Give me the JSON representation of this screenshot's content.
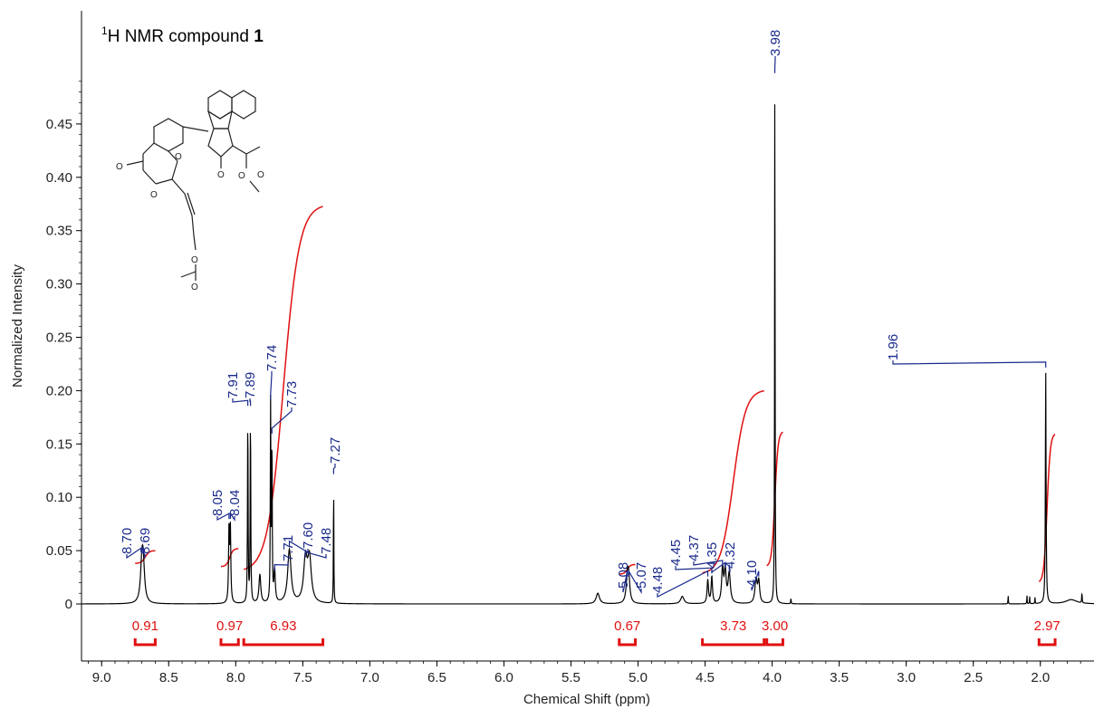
{
  "chart_data": {
    "type": "line",
    "title_prefix": "1",
    "title_main": "H NMR compound ",
    "title_bold": "1",
    "xlabel": "Chemical Shift (ppm)",
    "ylabel": "Normalized Intensity",
    "xlim": [
      9.15,
      1.6
    ],
    "ylim": [
      -0.015,
      0.515
    ],
    "x_reversed": true,
    "x_ticks": [
      {
        "v": 9.0,
        "label": "9.0"
      },
      {
        "v": 8.5,
        "label": "8.5"
      },
      {
        "v": 8.0,
        "label": "8.0"
      },
      {
        "v": 7.5,
        "label": "7.5"
      },
      {
        "v": 7.0,
        "label": "7.0"
      },
      {
        "v": 6.5,
        "label": "6.5"
      },
      {
        "v": 6.0,
        "label": "6.0"
      },
      {
        "v": 5.5,
        "label": "5.5"
      },
      {
        "v": 5.0,
        "label": "5.0"
      },
      {
        "v": 4.5,
        "label": "4.5"
      },
      {
        "v": 4.0,
        "label": "4.0"
      },
      {
        "v": 3.5,
        "label": "3.5"
      },
      {
        "v": 3.0,
        "label": "3.0"
      },
      {
        "v": 2.5,
        "label": "2.5"
      },
      {
        "v": 2.0,
        "label": "2.0"
      }
    ],
    "y_ticks": [
      {
        "v": 0,
        "label": "0"
      },
      {
        "v": 0.05,
        "label": "0.05"
      },
      {
        "v": 0.1,
        "label": "0.10"
      },
      {
        "v": 0.15,
        "label": "0.15"
      },
      {
        "v": 0.2,
        "label": "0.20"
      },
      {
        "v": 0.25,
        "label": "0.25"
      },
      {
        "v": 0.3,
        "label": "0.30"
      },
      {
        "v": 0.35,
        "label": "0.35"
      },
      {
        "v": 0.4,
        "label": "0.40"
      },
      {
        "v": 0.45,
        "label": "0.45"
      }
    ],
    "peaks": [
      {
        "x": 8.7,
        "h": 0.032,
        "w": 0.012
      },
      {
        "x": 8.69,
        "h": 0.033,
        "w": 0.012
      },
      {
        "x": 8.05,
        "h": 0.07,
        "w": 0.004
      },
      {
        "x": 8.04,
        "h": 0.068,
        "w": 0.004
      },
      {
        "x": 7.91,
        "h": 0.178,
        "w": 0.0025
      },
      {
        "x": 7.89,
        "h": 0.178,
        "w": 0.0025
      },
      {
        "x": 7.82,
        "h": 0.027,
        "w": 0.008
      },
      {
        "x": 7.74,
        "h": 0.185,
        "w": 0.0025
      },
      {
        "x": 7.73,
        "h": 0.15,
        "w": 0.0025
      },
      {
        "x": 7.71,
        "h": 0.03,
        "w": 0.006
      },
      {
        "x": 7.6,
        "h": 0.05,
        "w": 0.015
      },
      {
        "x": 7.48,
        "h": 0.04,
        "w": 0.016
      },
      {
        "x": 7.45,
        "h": 0.04,
        "w": 0.016
      },
      {
        "x": 7.27,
        "h": 0.118,
        "w": 0.0018
      },
      {
        "x": 5.3,
        "h": 0.01,
        "w": 0.015
      },
      {
        "x": 5.08,
        "h": 0.022,
        "w": 0.01
      },
      {
        "x": 5.07,
        "h": 0.022,
        "w": 0.01
      },
      {
        "x": 4.67,
        "h": 0.007,
        "w": 0.015
      },
      {
        "x": 4.48,
        "h": 0.022,
        "w": 0.006
      },
      {
        "x": 4.45,
        "h": 0.025,
        "w": 0.006
      },
      {
        "x": 4.37,
        "h": 0.032,
        "w": 0.008
      },
      {
        "x": 4.35,
        "h": 0.03,
        "w": 0.008
      },
      {
        "x": 4.32,
        "h": 0.028,
        "w": 0.01
      },
      {
        "x": 4.12,
        "h": 0.022,
        "w": 0.01
      },
      {
        "x": 4.1,
        "h": 0.02,
        "w": 0.008
      },
      {
        "x": 3.98,
        "h": 0.494,
        "w": 0.002
      },
      {
        "x": 3.86,
        "h": 0.005,
        "w": 0.002
      },
      {
        "x": 2.24,
        "h": 0.008,
        "w": 0.0015
      },
      {
        "x": 2.1,
        "h": 0.008,
        "w": 0.0015
      },
      {
        "x": 2.08,
        "h": 0.007,
        "w": 0.0015
      },
      {
        "x": 2.04,
        "h": 0.006,
        "w": 0.0015
      },
      {
        "x": 1.96,
        "h": 0.218,
        "w": 0.003
      },
      {
        "x": 1.77,
        "h": 0.004,
        "w": 0.05
      },
      {
        "x": 1.69,
        "h": 0.01,
        "w": 0.002
      }
    ],
    "peak_labels": [
      {
        "text": "8.70",
        "x": 8.7,
        "y": 0.046
      },
      {
        "text": "8.69",
        "x": 8.69,
        "y": 0.046
      },
      {
        "text": "8.05",
        "x": 8.05,
        "y": 0.078
      },
      {
        "text": "8.04",
        "x": 8.04,
        "y": 0.078
      },
      {
        "text": "7.91",
        "x": 7.91,
        "y": 0.184
      },
      {
        "text": "7.89",
        "x": 7.89,
        "y": 0.184
      },
      {
        "text": "7.74",
        "x": 7.74,
        "y": 0.19
      },
      {
        "text": "7.73",
        "x": 7.73,
        "y": 0.158
      },
      {
        "text": "7.71",
        "x": 7.71,
        "y": 0.03
      },
      {
        "text": "7.60",
        "x": 7.6,
        "y": 0.052
      },
      {
        "text": "7.48",
        "x": 7.48,
        "y": 0.042
      },
      {
        "text": "7.27",
        "x": 7.27,
        "y": 0.12
      },
      {
        "text": "5.08",
        "x": 5.08,
        "y": 0.024
      },
      {
        "text": "5.07",
        "x": 5.07,
        "y": 0.024
      },
      {
        "text": "4.48",
        "x": 4.48,
        "y": 0.024
      },
      {
        "text": "4.45",
        "x": 4.45,
        "y": 0.027
      },
      {
        "text": "4.37",
        "x": 4.37,
        "y": 0.034
      },
      {
        "text": "4.35",
        "x": 4.35,
        "y": 0.032
      },
      {
        "text": "4.32",
        "x": 4.32,
        "y": 0.03
      },
      {
        "text": "4.10",
        "x": 4.1,
        "y": 0.024
      },
      {
        "text": "3.98",
        "x": 3.98,
        "y": 0.496
      },
      {
        "text": "1.96",
        "x": 1.96,
        "y": 0.22
      }
    ],
    "integrals": [
      {
        "label": "0.91",
        "x_start": 8.75,
        "x_end": 8.6,
        "y_base": 0.038,
        "y_top": 0.05
      },
      {
        "label": "0.97",
        "x_start": 8.11,
        "x_end": 7.98,
        "y_base": 0.035,
        "y_top": 0.052
      },
      {
        "label": "6.93",
        "x_start": 7.94,
        "x_end": 7.35,
        "y_base": 0.03,
        "y_top": 0.375
      },
      {
        "label": "0.67",
        "x_start": 5.14,
        "x_end": 5.02,
        "y_base": 0.028,
        "y_top": 0.037
      },
      {
        "label": "3.73",
        "x_start": 4.52,
        "x_end": 4.06,
        "y_base": 0.028,
        "y_top": 0.201
      },
      {
        "label": "3.00",
        "x_start": 4.04,
        "x_end": 3.92,
        "y_base": 0.035,
        "y_top": 0.162
      },
      {
        "label": "2.97",
        "x_start": 2.01,
        "x_end": 1.89,
        "y_base": 0.02,
        "y_top": 0.16
      }
    ]
  },
  "colors": {
    "spectrum": "#000000",
    "integral": "#e01010",
    "peak_label": "#1a2a8c",
    "axis": "#000000"
  }
}
